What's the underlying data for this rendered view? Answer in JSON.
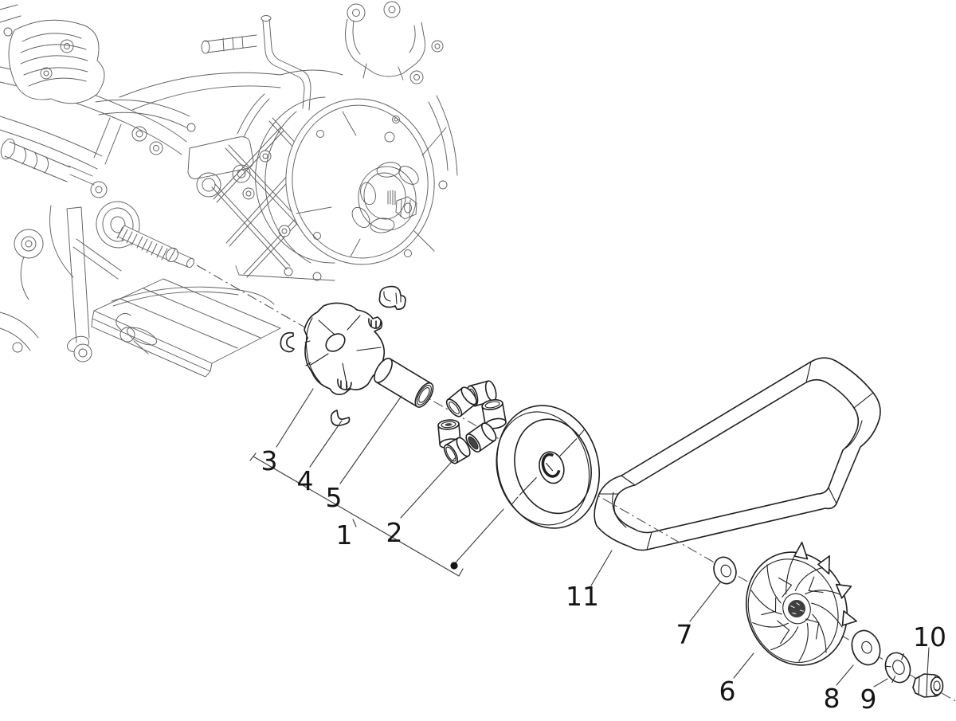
{
  "diagram": {
    "type": "exploded-parts-diagram",
    "visible_part_numbers": [
      "1",
      "2",
      "3",
      "4",
      "5",
      "6",
      "7",
      "8",
      "9",
      "10",
      "11"
    ]
  },
  "colors": {
    "background": "#ffffff",
    "part_line": "#1f1f1f",
    "engine_line": "#606060",
    "centerline": "#4f4f4f",
    "leader_line": "#3f3f3f",
    "label_text": "#141414",
    "callout_dot": "#151515"
  },
  "callouts": [
    {
      "part": "1"
    },
    {
      "part": "2"
    },
    {
      "part": "3"
    },
    {
      "part": "4"
    },
    {
      "part": "5"
    },
    {
      "part": "6"
    },
    {
      "part": "7"
    },
    {
      "part": "8"
    },
    {
      "part": "9"
    },
    {
      "part": "10"
    },
    {
      "part": "11"
    }
  ]
}
